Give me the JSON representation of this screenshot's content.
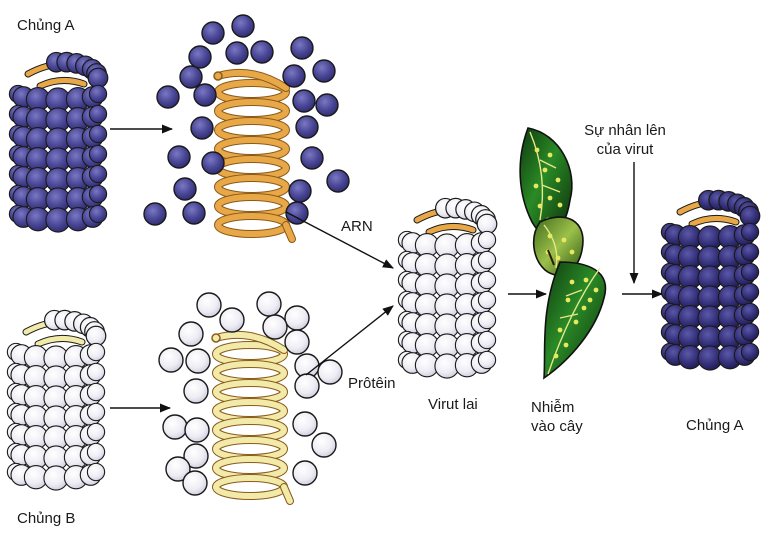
{
  "diagram": {
    "title": "TMV reconstitution experiment",
    "labels": {
      "strain_a_top": "Chủng A",
      "strain_b_bottom": "Chủng B",
      "rna": "ARN",
      "protein": "Prôtêin",
      "hybrid_virus": "Virut lai",
      "infect_line1": "Nhiễm",
      "infect_line2": "vào cây",
      "replication_line1": "Sự nhân lên",
      "replication_line2": "của virut",
      "strain_a_result": "Chủng A"
    },
    "nodes": [
      {
        "id": "strain-a-virus",
        "capsid": "purple",
        "rna": "orange"
      },
      {
        "id": "strain-a-separated",
        "capsid": "purple",
        "rna": "orange"
      },
      {
        "id": "strain-b-virus",
        "capsid": "white",
        "rna": "pale-yellow"
      },
      {
        "id": "strain-b-separated",
        "capsid": "white",
        "rna": "pale-yellow"
      },
      {
        "id": "hybrid-virus",
        "capsid": "white",
        "rna": "orange"
      },
      {
        "id": "infected-plant",
        "type": "leaves"
      },
      {
        "id": "strain-a-result",
        "capsid": "purple",
        "rna": "orange"
      }
    ],
    "edges": [
      {
        "from": "strain-a-virus",
        "to": "strain-a-separated"
      },
      {
        "from": "strain-b-virus",
        "to": "strain-b-separated"
      },
      {
        "from": "strain-a-separated",
        "to": "hybrid-virus",
        "label": "ARN"
      },
      {
        "from": "strain-b-separated",
        "to": "hybrid-virus",
        "label": "Prôtêin"
      },
      {
        "from": "hybrid-virus",
        "to": "infected-plant"
      },
      {
        "from": "infected-plant",
        "to": "strain-a-result"
      },
      {
        "from": "replication-label",
        "to": "arrow-plant-to-result"
      }
    ],
    "colors": {
      "purple_capsid": "#4a4796",
      "purple_dark": "#2e2a6e",
      "white_capsid": "#ecebf2",
      "orange_rna": "#e8a848",
      "pale_rna": "#f2eaa8",
      "leaf_green": "#1f7a1f",
      "leaf_spot": "#e8e860",
      "outline": "#1a1a1a"
    }
  }
}
